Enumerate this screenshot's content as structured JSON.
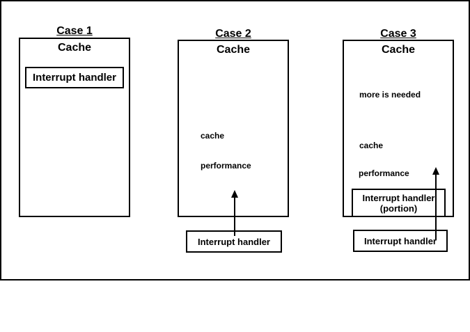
{
  "colors": {
    "line": "#000000",
    "background": "#ffffff"
  },
  "cases": [
    {
      "title": "Case 1",
      "cache_label": "Cache",
      "interrupt_box_label": "Interrupt handler"
    },
    {
      "title": "Case 2",
      "cache_label": "Cache",
      "notes": [
        "cache",
        "performance"
      ],
      "external_interrupt_box_label": "Interrupt handler"
    },
    {
      "title": "Case 3",
      "cache_label": "Cache",
      "notes": [
        "more is needed",
        "cache",
        "performance"
      ],
      "portion_box_label": "Interrupt handler",
      "portion_box_sublabel": "(portion)",
      "external_interrupt_box_label": "Interrupt handler"
    }
  ]
}
